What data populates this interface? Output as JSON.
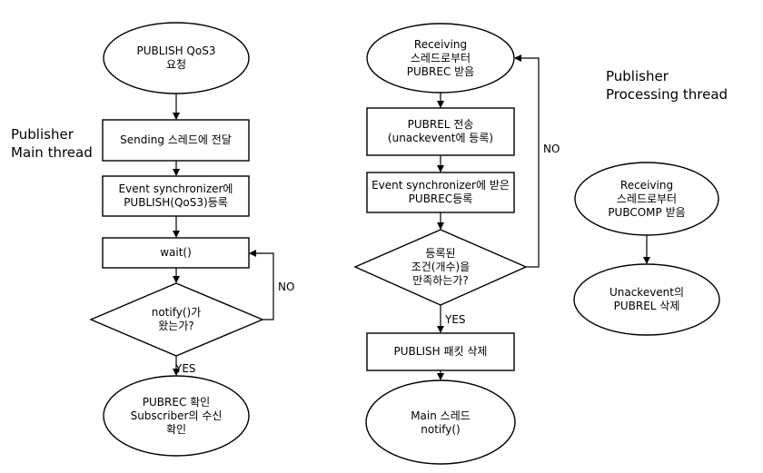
{
  "labels": {
    "publisher_main": "Publisher\nMain thread",
    "publisher_processing": "Publisher\nProcessing thread"
  },
  "main_flow": {
    "start": "PUBLISH QoS3\n요청",
    "send": "Sending 스레드에 전달",
    "register": "Event synchronizer에\nPUBLISH(QoS3)등록",
    "wait": "wait()",
    "decision": "notify()가\n왔는가?",
    "no": "NO",
    "yes": "YES",
    "end": "PUBREC 확인\nSubscriber의 수신\n확인"
  },
  "receive_flow": {
    "start": "Receiving\n스레드로부터\nPUBREC 받음",
    "pubrel": "PUBREL 전송\n(unackevent에 등록)",
    "register": "Event synchronizer에 받은\nPUBREC등록",
    "decision": "등록된\n조건(개수)을\n만족하는가?",
    "no": "NO",
    "yes": "YES",
    "delete": "PUBLISH 패킷 삭제",
    "end": "Main 스레드\nnotify()"
  },
  "processing_flow": {
    "start": "Receiving\n스레드로부터\nPUBCOMP 받음",
    "end": "Unackevent의\nPUBREL 삭제"
  },
  "colors": {
    "stroke": "#000000",
    "fill": "#ffffff",
    "text": "#000000"
  }
}
